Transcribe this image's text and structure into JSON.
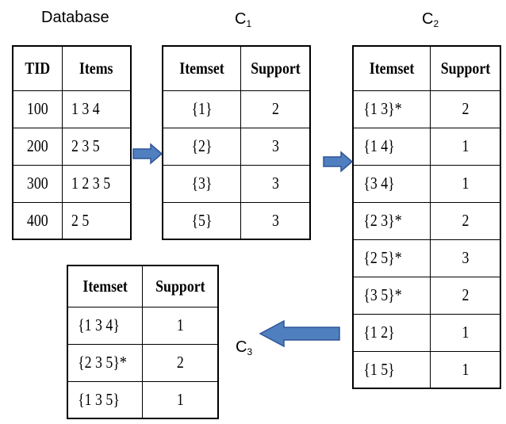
{
  "labels": {
    "database": "Database",
    "c1_main": "C",
    "c1_sub": "1",
    "c2_main": "C",
    "c2_sub": "2",
    "c3_main": "C",
    "c3_sub": "3"
  },
  "database": {
    "headers": [
      "TID",
      "Items"
    ],
    "rows": [
      [
        "100",
        "1 3 4"
      ],
      [
        "200",
        "2 3 5"
      ],
      [
        "300",
        "1 2 3 5"
      ],
      [
        "400",
        "2 5"
      ]
    ]
  },
  "c1": {
    "headers": [
      "Itemset",
      "Support"
    ],
    "rows": [
      [
        "{1}",
        "2"
      ],
      [
        "{2}",
        "3"
      ],
      [
        "{3}",
        "3"
      ],
      [
        "{5}",
        "3"
      ]
    ]
  },
  "c2": {
    "headers": [
      "Itemset",
      "Support"
    ],
    "rows": [
      [
        "{1 3}*",
        "2"
      ],
      [
        "{1 4}",
        "1"
      ],
      [
        "{3 4}",
        "1"
      ],
      [
        "{2 3}*",
        "2"
      ],
      [
        "{2 5}*",
        "3"
      ],
      [
        "{3 5}*",
        "2"
      ],
      [
        "{1 2}",
        "1"
      ],
      [
        "{1 5}",
        "1"
      ]
    ]
  },
  "c3": {
    "headers": [
      "Itemset",
      "Support"
    ],
    "rows": [
      [
        "{1 3 4}",
        "1"
      ],
      [
        "{2 3 5}*",
        "2"
      ],
      [
        "{1 3 5}",
        "1"
      ]
    ]
  },
  "colors": {
    "arrow_fill": "#4f7fbf",
    "arrow_stroke": "#2f5597"
  }
}
